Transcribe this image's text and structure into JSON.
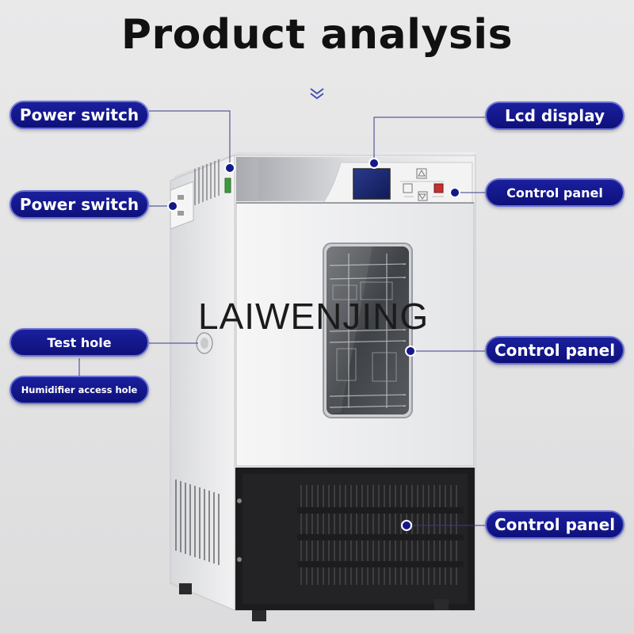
{
  "title": "Product analysis",
  "watermark": "LAIWENJING",
  "scroll_hint_icon": "double-chevron-down-icon",
  "callouts": {
    "left_1": "Power switch",
    "left_2": "Power switch",
    "left_3": "Test hole",
    "left_4": "Humidifier access hole",
    "right_1": "Lcd display",
    "right_2": "Control panel",
    "right_3": "Control panel",
    "right_4": "Control panel"
  },
  "colors": {
    "label_fill": "#14188c",
    "label_border": "#6e73d6",
    "leader_line": "#3a3a8a",
    "cabinet_body": "#eeeff1",
    "base_panel": "#1c1c1e"
  }
}
